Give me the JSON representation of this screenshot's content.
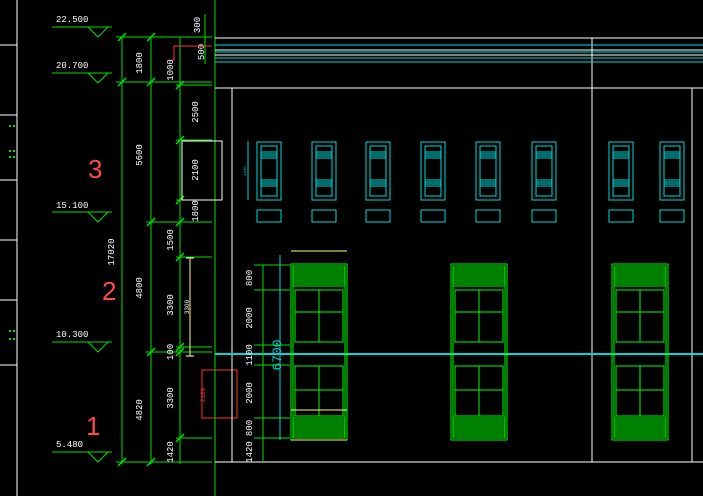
{
  "colors": {
    "background": "#000000",
    "dimension_line": "#00e000",
    "building_line": "#ffffff",
    "window_cyan": "#00d8d8",
    "window_green": "#00ff00",
    "annotation_red": "#ff3030",
    "floor_label": "#ff4a4a",
    "guide_yellow": "#ffff66"
  },
  "elevation_marks": [
    "22.500",
    "20.700",
    "15.100",
    "10.300",
    "5.480"
  ],
  "floor_labels": [
    "3",
    "2",
    "1"
  ],
  "dimensions_storey": [
    "1800",
    "5600",
    "4800",
    "4820"
  ],
  "dimension_total": "17020",
  "dimensions_detail": [
    "1000",
    "2500",
    "2100",
    "1800",
    "1500",
    "3300",
    "100",
    "3300",
    "1420"
  ],
  "dimensions_top": [
    "300",
    "500"
  ],
  "dimensions_window_side": [
    "800",
    "2000",
    "1100",
    "2000",
    "800",
    "1420"
  ],
  "dimension_window_overall": "6700",
  "dimension_small_yellow": "3300",
  "dimension_small_red": "2100"
}
